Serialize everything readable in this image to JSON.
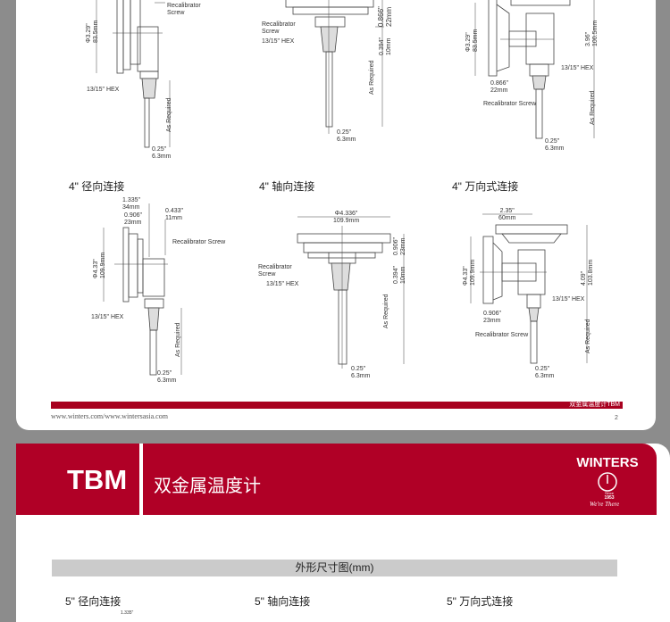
{
  "page1": {
    "top_row": {
      "radial": {
        "dial": "Φ3.29\"",
        "dial_mm": "83.5mm",
        "screw": "Recalibrator",
        "screw2": "Screw",
        "hex": "13/15\" HEX",
        "as_required": "As Required",
        "stem": "0.25\"",
        "stem_mm": "6.3mm"
      },
      "axial": {
        "screw": "Recalibrator",
        "screw2": "Screw",
        "hex": "13/15\" HEX",
        "depth": "0.866\"",
        "depth_mm": "22mm",
        "thread": "0.394\"",
        "thread_mm": "10mm",
        "as_required": "As Required",
        "stem": "0.25\"",
        "stem_mm": "6.3mm"
      },
      "universal": {
        "dial": "Φ3.29\"",
        "dial_mm": "83.5mm",
        "height": "3.96\"",
        "height_mm": "100.5mm",
        "hex": "13/15\" HEX",
        "depth": "0.866\"",
        "depth_mm": "22mm",
        "screw": "Recalibrator Screw",
        "as_required": "As Required",
        "stem": "0.25\"",
        "stem_mm": "6.3mm"
      }
    },
    "sections": [
      {
        "title": "4\" 径向连接",
        "overall": "1.335\"",
        "overall_mm": "34mm",
        "depth": "0.906\"",
        "depth_mm": "23mm",
        "offset": "0.433\"",
        "offset_mm": "11mm",
        "screw": "Recalibrator Screw",
        "dial": "Φ4.33\"",
        "dial_mm": "109.9mm",
        "hex": "13/15\" HEX",
        "as_required": "As Required",
        "stem": "0.25\"",
        "stem_mm": "6.3mm"
      },
      {
        "title": "4\" 轴向连接",
        "dial": "Φ4.336\"",
        "dial_mm": "109.9mm",
        "depth": "0.906\"",
        "depth_mm": "23mm",
        "screw": "Recalibrator",
        "screw2": "Screw",
        "hex": "13/15\" HEX",
        "thread": "0.394\"",
        "thread_mm": "10mm",
        "as_required": "As Required",
        "stem": "0.25\"",
        "stem_mm": "6.3mm"
      },
      {
        "title": "4\" 万向式连接",
        "width": "2.35\"",
        "width_mm": "60mm",
        "dial": "Φ4.33\"",
        "dial_mm": "109.9mm",
        "height": "4.09\"",
        "height_mm": "103.8mm",
        "hex": "13/15\" HEX",
        "depth": "0.906\"",
        "depth_mm": "23mm",
        "screw": "Recalibrator Screw",
        "as_required": "As Required",
        "stem": "0.25\"",
        "stem_mm": "6.3mm"
      }
    ],
    "footer": {
      "bar_text": "双金属温度计TBM",
      "url": "www.winters.com/www.wintersasia.com",
      "page": "2"
    }
  },
  "page2": {
    "header": {
      "code": "TBM",
      "subtitle": "双金属温度计",
      "logo": "WINTERS",
      "since": "Since",
      "year": "1953",
      "tagline": "We're There"
    },
    "section_bar": "外形尺寸图(mm)",
    "subtitles": [
      "5\" 径向连接",
      "5\" 轴向连接",
      "5\" 万向式连接"
    ],
    "partial_dim": "1.335\""
  },
  "colors": {
    "brand_red": "#b00026",
    "gray_bar": "#cbcbcb",
    "background": "#8c8c8c"
  }
}
